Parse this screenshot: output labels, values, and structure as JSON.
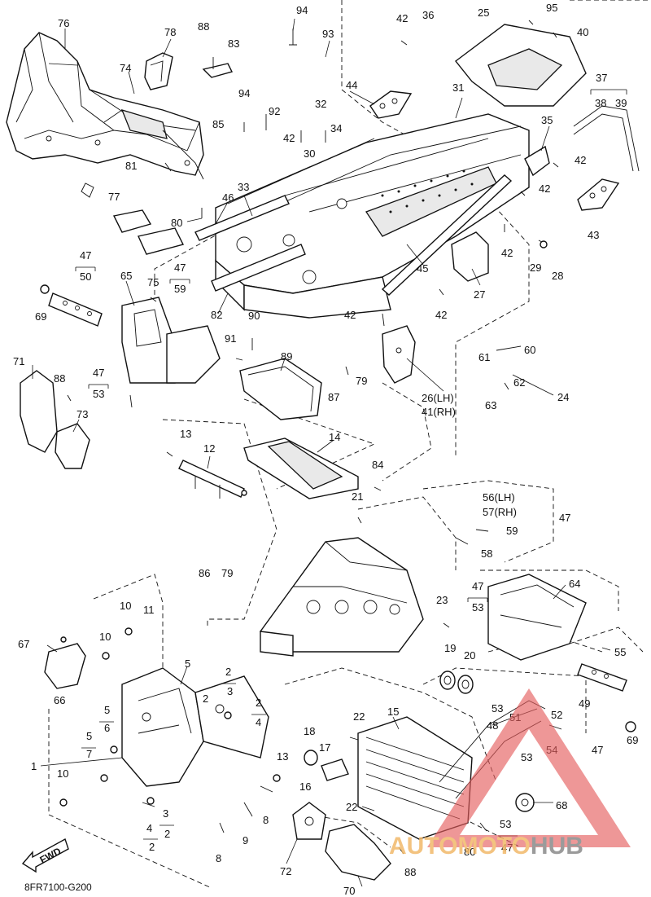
{
  "diagram_code": "8FR7100-G200",
  "fwd_label": "FWD",
  "watermark": {
    "part1": "AUTOMOTO",
    "part2": "HUB",
    "color1": "#f2b96a",
    "color2": "#8a8a8a",
    "triangle": "#e45c5c"
  },
  "callouts": [
    {
      "id": "c76",
      "text": "76"
    },
    {
      "id": "c78",
      "text": "78"
    },
    {
      "id": "c88a",
      "text": "88"
    },
    {
      "id": "c83",
      "text": "83"
    },
    {
      "id": "c94a",
      "text": "94"
    },
    {
      "id": "c93",
      "text": "93"
    },
    {
      "id": "c42a",
      "text": "42"
    },
    {
      "id": "c36",
      "text": "36"
    },
    {
      "id": "c25",
      "text": "25"
    },
    {
      "id": "c95",
      "text": "95"
    },
    {
      "id": "c40",
      "text": "40"
    },
    {
      "id": "c74",
      "text": "74"
    },
    {
      "id": "c94b",
      "text": "94"
    },
    {
      "id": "c92",
      "text": "92"
    },
    {
      "id": "c32",
      "text": "32"
    },
    {
      "id": "c44",
      "text": "44"
    },
    {
      "id": "c31",
      "text": "31"
    },
    {
      "id": "c37",
      "text": "37"
    },
    {
      "id": "c38",
      "text": "38"
    },
    {
      "id": "c39",
      "text": "39"
    },
    {
      "id": "c85",
      "text": "85"
    },
    {
      "id": "c34",
      "text": "34"
    },
    {
      "id": "c42b",
      "text": "42"
    },
    {
      "id": "c30",
      "text": "30"
    },
    {
      "id": "c35",
      "text": "35"
    },
    {
      "id": "c42c",
      "text": "42"
    },
    {
      "id": "c81",
      "text": "81"
    },
    {
      "id": "c33",
      "text": "33"
    },
    {
      "id": "c42d",
      "text": "42"
    },
    {
      "id": "c77",
      "text": "77"
    },
    {
      "id": "c46",
      "text": "46"
    },
    {
      "id": "c80a",
      "text": "80"
    },
    {
      "id": "c43",
      "text": "43"
    },
    {
      "id": "c42e",
      "text": "42"
    },
    {
      "id": "c29",
      "text": "29"
    },
    {
      "id": "c28",
      "text": "28"
    },
    {
      "id": "c47a",
      "text": "47"
    },
    {
      "id": "c50",
      "text": "50"
    },
    {
      "id": "c75",
      "text": "75"
    },
    {
      "id": "c47b",
      "text": "47"
    },
    {
      "id": "c59a",
      "text": "59"
    },
    {
      "id": "c45",
      "text": "45"
    },
    {
      "id": "c27",
      "text": "27"
    },
    {
      "id": "c65",
      "text": "65"
    },
    {
      "id": "c69a",
      "text": "69"
    },
    {
      "id": "c82",
      "text": "82"
    },
    {
      "id": "c42f",
      "text": "42"
    },
    {
      "id": "c42g",
      "text": "42"
    },
    {
      "id": "c90",
      "text": "90"
    },
    {
      "id": "c91",
      "text": "91"
    },
    {
      "id": "c89",
      "text": "89"
    },
    {
      "id": "c61",
      "text": "61"
    },
    {
      "id": "c60",
      "text": "60"
    },
    {
      "id": "c62",
      "text": "62"
    },
    {
      "id": "c71",
      "text": "71"
    },
    {
      "id": "c88b",
      "text": "88"
    },
    {
      "id": "c47c",
      "text": "47"
    },
    {
      "id": "c53a",
      "text": "53"
    },
    {
      "id": "c79a",
      "text": "79"
    },
    {
      "id": "c87",
      "text": "87"
    },
    {
      "id": "c26",
      "text": "26(LH)"
    },
    {
      "id": "c41",
      "text": "41(RH)"
    },
    {
      "id": "c63",
      "text": "63"
    },
    {
      "id": "c24",
      "text": "24"
    },
    {
      "id": "c73",
      "text": "73"
    },
    {
      "id": "c13a",
      "text": "13"
    },
    {
      "id": "c14",
      "text": "14"
    },
    {
      "id": "c12",
      "text": "12"
    },
    {
      "id": "c84",
      "text": "84"
    },
    {
      "id": "c56",
      "text": "56(LH)"
    },
    {
      "id": "c57",
      "text": "57(RH)"
    },
    {
      "id": "c47d",
      "text": "47"
    },
    {
      "id": "c21",
      "text": "21"
    },
    {
      "id": "c59b",
      "text": "59"
    },
    {
      "id": "c58",
      "text": "58"
    },
    {
      "id": "c86",
      "text": "86"
    },
    {
      "id": "c79b",
      "text": "79"
    },
    {
      "id": "c64",
      "text": "64"
    },
    {
      "id": "c47e",
      "text": "47"
    },
    {
      "id": "c53b",
      "text": "53"
    },
    {
      "id": "c23",
      "text": "23"
    },
    {
      "id": "c10a",
      "text": "10"
    },
    {
      "id": "c11",
      "text": "11"
    },
    {
      "id": "c67",
      "text": "67"
    },
    {
      "id": "c10b",
      "text": "10"
    },
    {
      "id": "c55",
      "text": "55"
    },
    {
      "id": "c19",
      "text": "19"
    },
    {
      "id": "c20",
      "text": "20"
    },
    {
      "id": "c5a",
      "text": "5"
    },
    {
      "id": "c66",
      "text": "66"
    },
    {
      "id": "c2a",
      "text": "2"
    },
    {
      "id": "c3a",
      "text": "3"
    },
    {
      "id": "c2b",
      "text": "2"
    },
    {
      "id": "c2c",
      "text": "2"
    },
    {
      "id": "c4a",
      "text": "4"
    },
    {
      "id": "c49",
      "text": "49"
    },
    {
      "id": "c5b",
      "text": "5"
    },
    {
      "id": "c6",
      "text": "6"
    },
    {
      "id": "c53c",
      "text": "53"
    },
    {
      "id": "c51",
      "text": "51"
    },
    {
      "id": "c52",
      "text": "52"
    },
    {
      "id": "c22a",
      "text": "22"
    },
    {
      "id": "c15",
      "text": "15"
    },
    {
      "id": "c48",
      "text": "48"
    },
    {
      "id": "c5c",
      "text": "5"
    },
    {
      "id": "c7",
      "text": "7"
    },
    {
      "id": "c18",
      "text": "18"
    },
    {
      "id": "c17",
      "text": "17"
    },
    {
      "id": "c54",
      "text": "54"
    },
    {
      "id": "c47f",
      "text": "47"
    },
    {
      "id": "c69b",
      "text": "69"
    },
    {
      "id": "c13b",
      "text": "13"
    },
    {
      "id": "c1",
      "text": "1"
    },
    {
      "id": "c53d",
      "text": "53"
    },
    {
      "id": "c10c",
      "text": "10"
    },
    {
      "id": "c16",
      "text": "16"
    },
    {
      "id": "c8a",
      "text": "8"
    },
    {
      "id": "c3b",
      "text": "3"
    },
    {
      "id": "c2d",
      "text": "2"
    },
    {
      "id": "c4b",
      "text": "4"
    },
    {
      "id": "c2e",
      "text": "2"
    },
    {
      "id": "c22b",
      "text": "22"
    },
    {
      "id": "c68",
      "text": "68"
    },
    {
      "id": "c9",
      "text": "9"
    },
    {
      "id": "c53e",
      "text": "53"
    },
    {
      "id": "c8b",
      "text": "8"
    },
    {
      "id": "c80b",
      "text": "80"
    },
    {
      "id": "c47g",
      "text": "47"
    },
    {
      "id": "c72",
      "text": "72"
    },
    {
      "id": "c88c",
      "text": "88"
    },
    {
      "id": "c70",
      "text": "70"
    }
  ]
}
